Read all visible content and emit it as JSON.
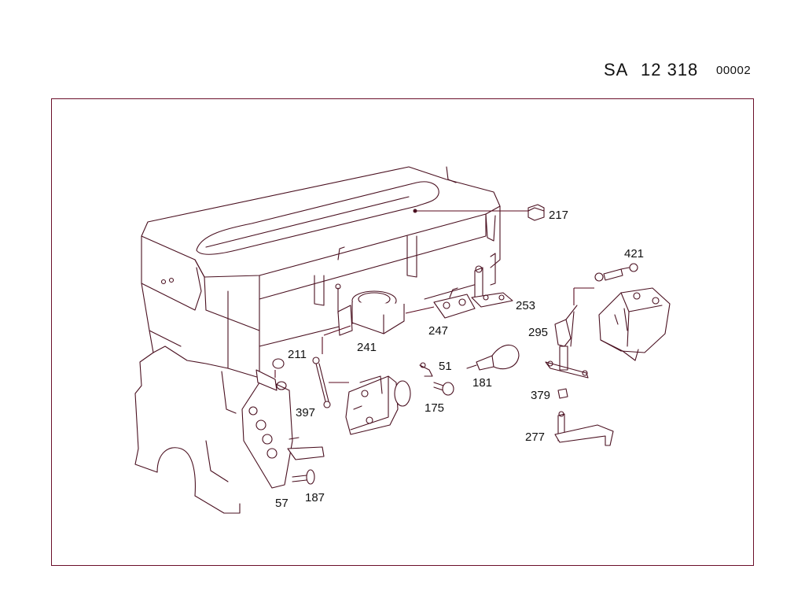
{
  "header": {
    "prefix": "SA",
    "number": "12 318",
    "code": "00002"
  },
  "part_labels": {
    "p217": "217",
    "p421": "421",
    "p253": "253",
    "p295": "295",
    "p247": "247",
    "p241": "241",
    "p211": "211",
    "p51": "51",
    "p181": "181",
    "p397": "397",
    "p175": "175",
    "p379": "379",
    "p277": "277",
    "p57": "57",
    "p187": "187"
  },
  "colors": {
    "frame": "#6b0f2a",
    "line": "#4a1020",
    "leader": "#5a0a1e",
    "text": "#111111"
  }
}
